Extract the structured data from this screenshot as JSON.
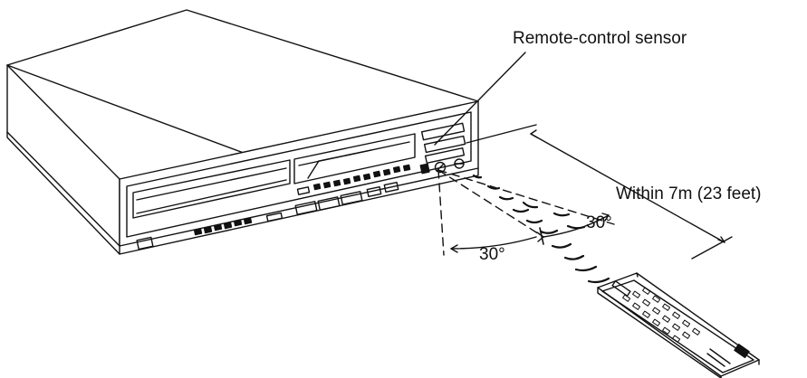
{
  "labels": {
    "sensor": "Remote-control sensor",
    "range": "Within 7m (23 feet)",
    "angle_right": "30°",
    "angle_left": "30°"
  },
  "colors": {
    "ink": "#111111",
    "background": "#ffffff"
  },
  "icons": {
    "player": "cd-player-illustration",
    "remote": "remote-control-illustration",
    "signal": "infrared-signal-dashes"
  }
}
